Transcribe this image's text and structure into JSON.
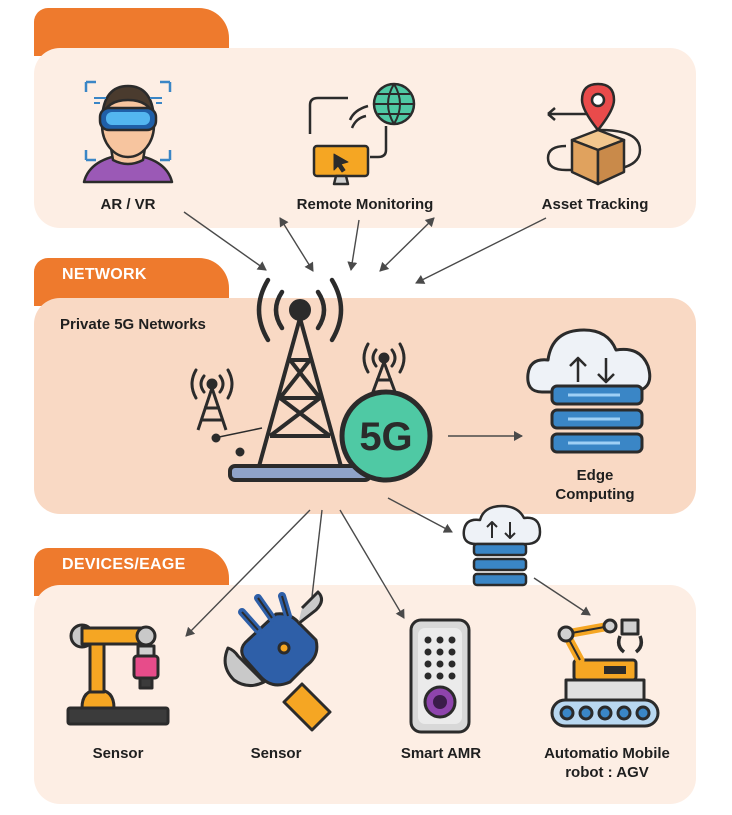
{
  "sections": {
    "apps": {
      "items": [
        "AR / VR",
        "Remote Monitoring",
        "Asset Tracking"
      ]
    },
    "network": {
      "tab": "NETWORK",
      "subtitle": "Private 5G Networks",
      "badge": "5G",
      "edge_line1": "Edge",
      "edge_line2": "Computing"
    },
    "devices": {
      "tab": "DEVICES/EAGE",
      "items": [
        "Sensor",
        "Sensor",
        "Smart AMR"
      ],
      "agv_line1": "Automatio Mobile",
      "agv_line2": "robot : AGV"
    }
  },
  "colors": {
    "accent": "#ee7a2d",
    "panel_light": "#fdeee4",
    "panel_mid": "#f9d9c4",
    "badge": "#4fc9a4",
    "server": "#3a86c6",
    "outline": "#2b2b2b"
  },
  "icons": [
    "vr-headset-icon",
    "remote-monitoring-icon",
    "asset-tracking-icon",
    "cell-tower-icon",
    "cloud-server-icon",
    "robot-arm-icon",
    "robotic-hand-icon",
    "remote-control-icon",
    "agv-robot-icon"
  ]
}
